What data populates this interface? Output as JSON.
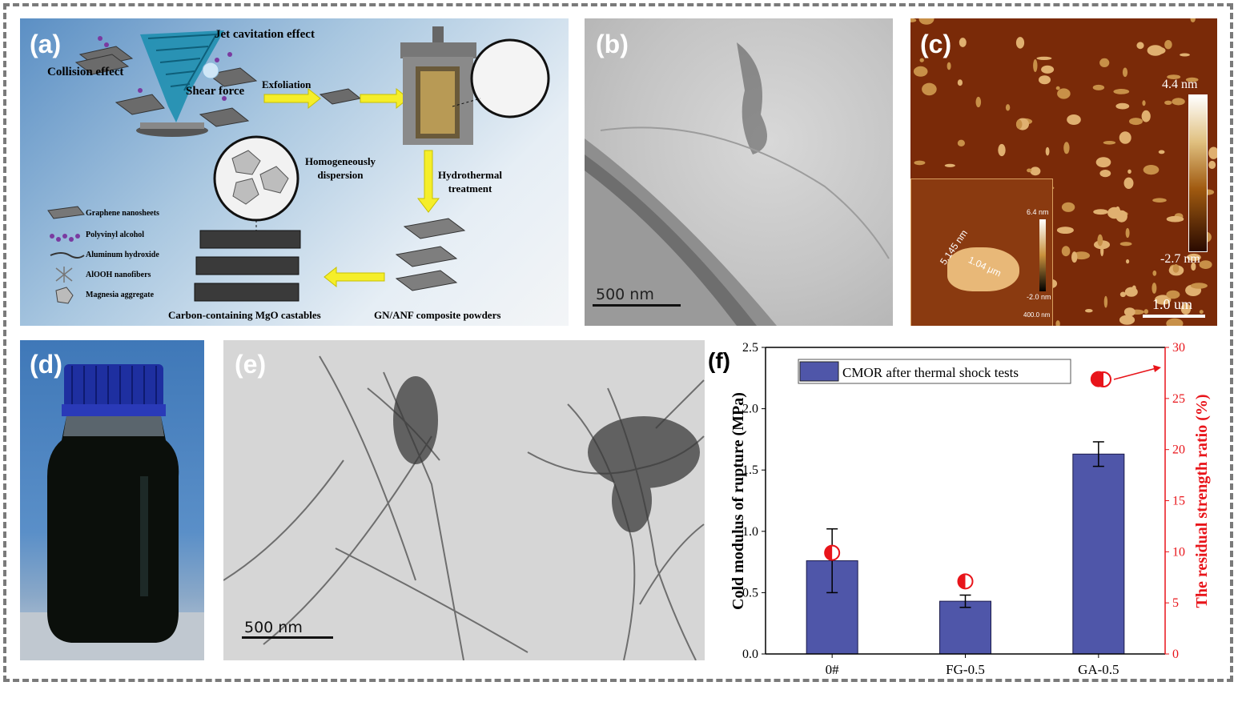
{
  "panels": {
    "a": {
      "label": "(a)",
      "texts": {
        "jet": "Jet cavitation effect",
        "collision": "Collision effect",
        "shear": "Shear force",
        "exfoliation": "Exfoliation",
        "homogeneous": "Homogeneously dispersion",
        "hydrothermal": "Hydrothermal treatment",
        "castables": "Carbon-containing MgO castables",
        "powders": "GN/ANF composite powders"
      },
      "legend": [
        "Graphene nanosheets",
        "Polyvinyl alcohol",
        "Aluminum hydroxide",
        "AlOOH nanofibers",
        "Magnesia aggregate"
      ]
    },
    "b": {
      "label": "(b)",
      "scale": "500 nm"
    },
    "c": {
      "label": "(c)",
      "colorbar_max": "4.4 nm",
      "colorbar_min": "-2.7 nm",
      "scale": "1.0 um",
      "inset": {
        "cb_max": "6.4 nm",
        "cb_min": "-2.0 nm",
        "scale": "400.0 nm",
        "thickness": "5.145 nm",
        "length": "1.04 μm"
      }
    },
    "d": {
      "label": "(d)"
    },
    "e": {
      "label": "(e)",
      "scale": "500 nm"
    },
    "f": {
      "label": "(f)"
    }
  },
  "chart_data": {
    "type": "bar",
    "categories": [
      "0#",
      "FG-0.5",
      "GA-0.5"
    ],
    "series": [
      {
        "name": "CMOR after thermal shock tests",
        "values": [
          0.76,
          0.43,
          1.63
        ],
        "errors": [
          0.26,
          0.05,
          0.1
        ],
        "color": "#4f56a9"
      }
    ],
    "secondary": {
      "values": [
        9.9,
        7.1,
        26.9
      ],
      "color": "#e8141a",
      "marker": "half-filled-circle"
    },
    "ylabel": "Cold modulus of rupture (MPa)",
    "y2label": "The residual strength ratio (%)",
    "ylim": [
      0,
      2.5
    ],
    "y2lim": [
      0,
      30
    ],
    "yticks": [
      "0.0",
      "0.5",
      "1.0",
      "1.5",
      "2.0",
      "2.5"
    ],
    "y2ticks": [
      "0",
      "5",
      "10",
      "15",
      "20",
      "25",
      "30"
    ],
    "legend_position": "top-left"
  }
}
